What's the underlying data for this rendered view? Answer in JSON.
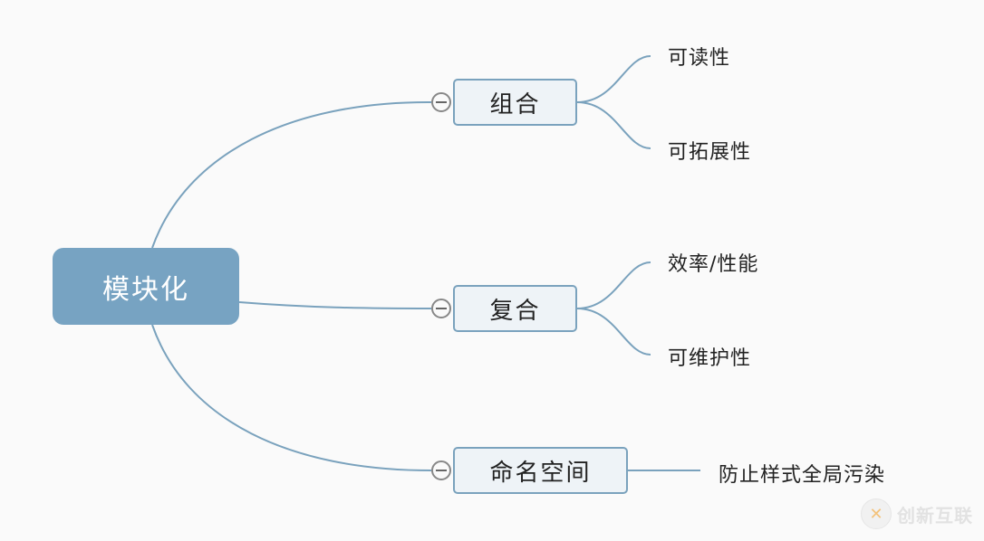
{
  "diagram": {
    "root": {
      "label": "模块化"
    },
    "branches": [
      {
        "label": "组合",
        "children": [
          "可读性",
          "可拓展性"
        ]
      },
      {
        "label": "复合",
        "children": [
          "效率/性能",
          "可维护性"
        ]
      },
      {
        "label": "命名空间",
        "children": [
          "防止样式全局污染"
        ]
      }
    ],
    "line_color": "#7aa2bd",
    "root_color": "#77a3c2",
    "branch_fill": "#eef3f7"
  },
  "watermark": {
    "text": "创新互联",
    "icon": "logo-x-icon"
  }
}
